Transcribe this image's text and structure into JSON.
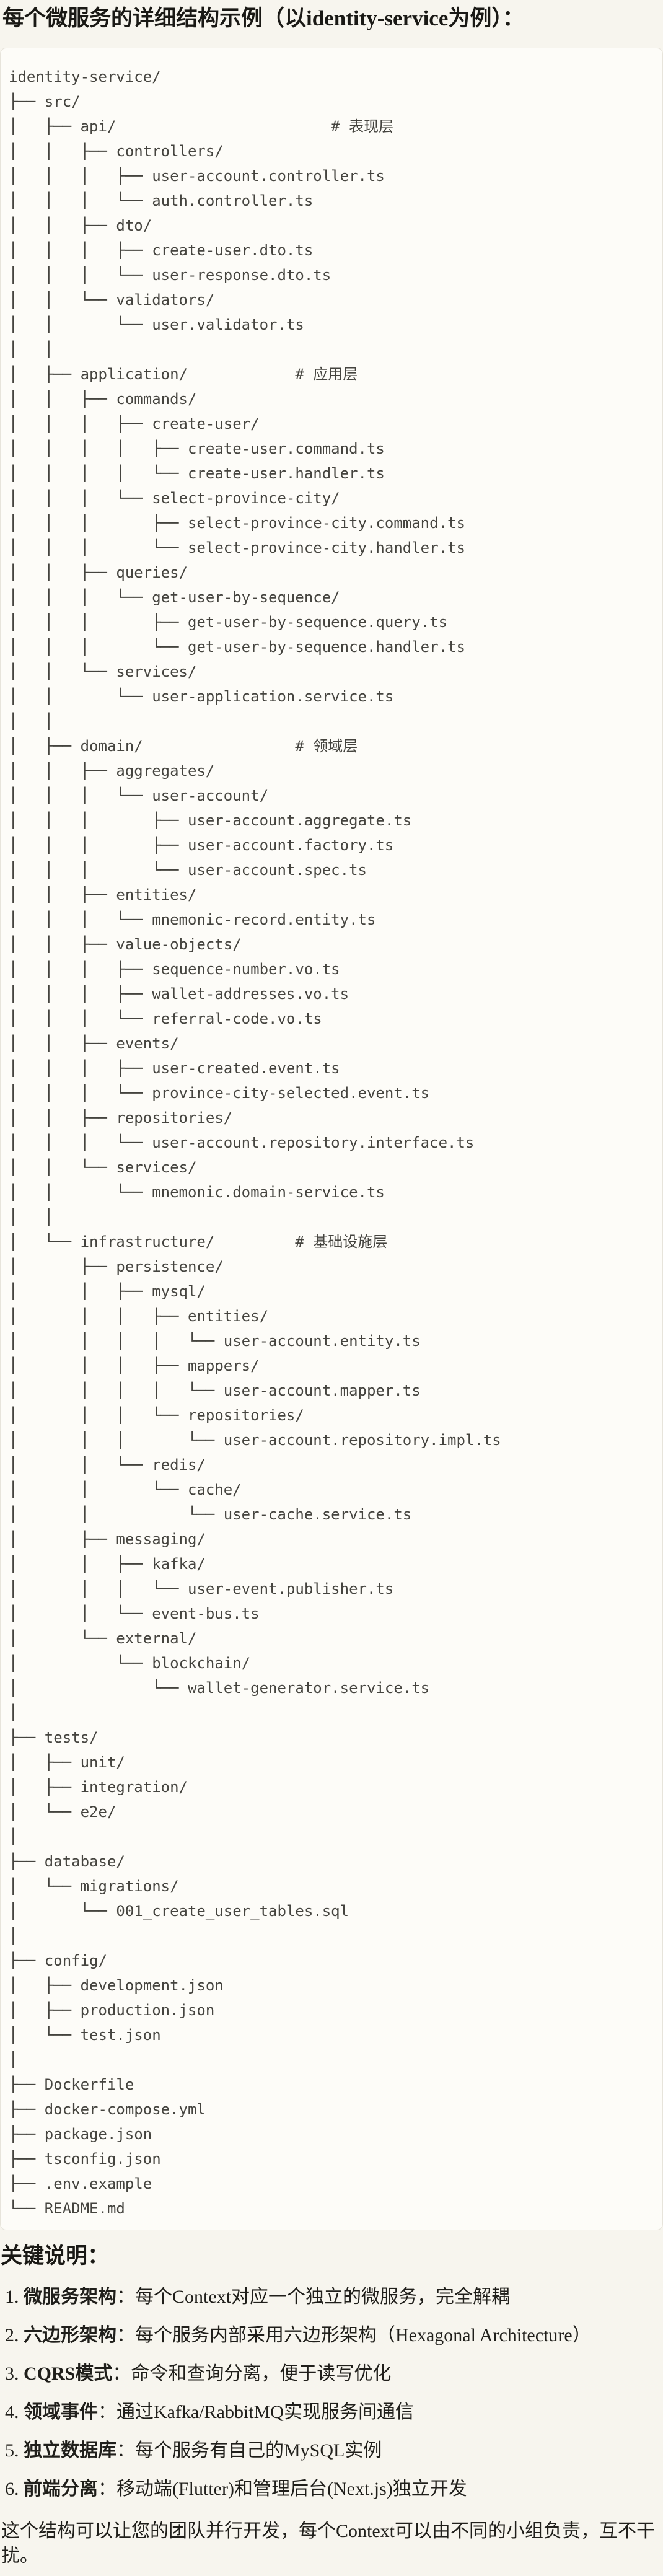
{
  "title": "每个微服务的详细结构示例（以identity-service为例）：",
  "tree": {
    "lines": [
      "identity-service/",
      "├── src/",
      "│   ├── api/                        # 表现层",
      "│   │   ├── controllers/",
      "│   │   │   ├── user-account.controller.ts",
      "│   │   │   └── auth.controller.ts",
      "│   │   ├── dto/",
      "│   │   │   ├── create-user.dto.ts",
      "│   │   │   └── user-response.dto.ts",
      "│   │   └── validators/",
      "│   │       └── user.validator.ts",
      "│   │",
      "│   ├── application/            # 应用层",
      "│   │   ├── commands/",
      "│   │   │   ├── create-user/",
      "│   │   │   │   ├── create-user.command.ts",
      "│   │   │   │   └── create-user.handler.ts",
      "│   │   │   └── select-province-city/",
      "│   │   │       ├── select-province-city.command.ts",
      "│   │   │       └── select-province-city.handler.ts",
      "│   │   ├── queries/",
      "│   │   │   └── get-user-by-sequence/",
      "│   │   │       ├── get-user-by-sequence.query.ts",
      "│   │   │       └── get-user-by-sequence.handler.ts",
      "│   │   └── services/",
      "│   │       └── user-application.service.ts",
      "│   │",
      "│   ├── domain/                 # 领域层",
      "│   │   ├── aggregates/",
      "│   │   │   └── user-account/",
      "│   │   │       ├── user-account.aggregate.ts",
      "│   │   │       ├── user-account.factory.ts",
      "│   │   │       └── user-account.spec.ts",
      "│   │   ├── entities/",
      "│   │   │   └── mnemonic-record.entity.ts",
      "│   │   ├── value-objects/",
      "│   │   │   ├── sequence-number.vo.ts",
      "│   │   │   ├── wallet-addresses.vo.ts",
      "│   │   │   └── referral-code.vo.ts",
      "│   │   ├── events/",
      "│   │   │   ├── user-created.event.ts",
      "│   │   │   └── province-city-selected.event.ts",
      "│   │   ├── repositories/",
      "│   │   │   └── user-account.repository.interface.ts",
      "│   │   └── services/",
      "│   │       └── mnemonic.domain-service.ts",
      "│   │",
      "│   └── infrastructure/         # 基础设施层",
      "│       ├── persistence/",
      "│       │   ├── mysql/",
      "│       │   │   ├── entities/",
      "│       │   │   │   └── user-account.entity.ts",
      "│       │   │   ├── mappers/",
      "│       │   │   │   └── user-account.mapper.ts",
      "│       │   │   └── repositories/",
      "│       │   │       └── user-account.repository.impl.ts",
      "│       │   └── redis/",
      "│       │       └── cache/",
      "│       │           └── user-cache.service.ts",
      "│       ├── messaging/",
      "│       │   ├── kafka/",
      "│       │   │   └── user-event.publisher.ts",
      "│       │   └── event-bus.ts",
      "│       └── external/",
      "│           └── blockchain/",
      "│               └── wallet-generator.service.ts",
      "│",
      "├── tests/",
      "│   ├── unit/",
      "│   ├── integration/",
      "│   └── e2e/",
      "│",
      "├── database/",
      "│   └── migrations/",
      "│       └── 001_create_user_tables.sql",
      "│",
      "├── config/",
      "│   ├── development.json",
      "│   ├── production.json",
      "│   └── test.json",
      "│",
      "├── Dockerfile",
      "├── docker-compose.yml",
      "├── package.json",
      "├── tsconfig.json",
      "├── .env.example",
      "└── README.md"
    ]
  },
  "notes": {
    "heading": "关键说明：",
    "items": [
      {
        "num": "1.",
        "label": "微服务架构",
        "text": "：每个Context对应一个独立的微服务，完全解耦"
      },
      {
        "num": "2.",
        "label": "六边形架构",
        "text": "：每个服务内部采用六边形架构（Hexagonal Architecture）"
      },
      {
        "num": "3.",
        "label": "CQRS模式",
        "text": "：命令和查询分离，便于读写优化"
      },
      {
        "num": "4.",
        "label": "领域事件",
        "text": "：通过Kafka/RabbitMQ实现服务间通信"
      },
      {
        "num": "5.",
        "label": "独立数据库",
        "text": "：每个服务有自己的MySQL实例"
      },
      {
        "num": "6.",
        "label": "前端分离",
        "text": "：移动端(Flutter)和管理后台(Next.js)独立开发"
      }
    ],
    "footer": "这个结构可以让您的团队并行开发，每个Context可以由不同的小组负责，互不干扰。"
  },
  "colors": {
    "page_background": "#f7f5ee",
    "code_background": "#fdfcf8",
    "code_border": "#e7e4db",
    "tree_text": "#45443f",
    "body_text": "#201f1b"
  }
}
